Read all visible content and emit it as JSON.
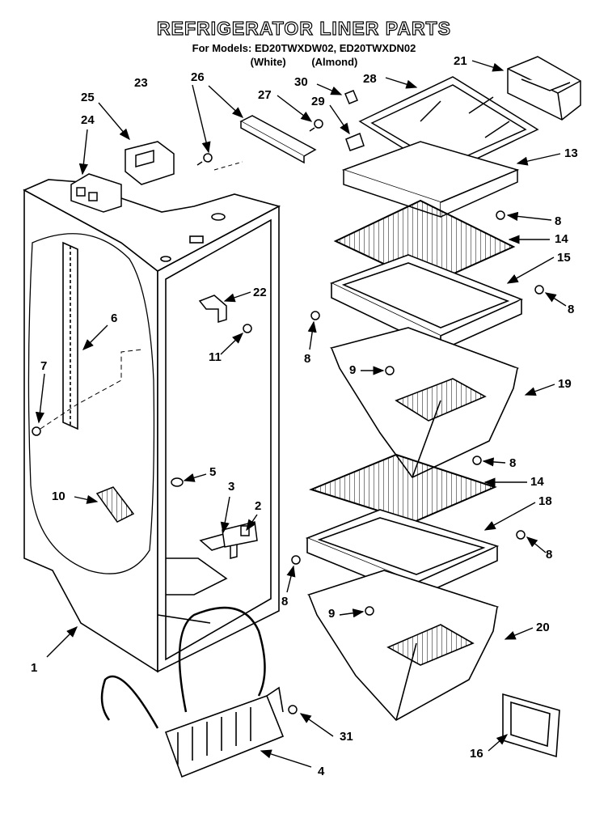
{
  "title": "REFRIGERATOR LINER PARTS",
  "models_line": "For Models: ED20TWXDW02, ED20TWXDN02",
  "color_white": "(White)",
  "color_almond": "(Almond)",
  "callouts": {
    "c1": "1",
    "c2": "2",
    "c3": "3",
    "c4": "4",
    "c5": "5",
    "c6": "6",
    "c7": "7",
    "c8a": "8",
    "c8b": "8",
    "c8c": "8",
    "c8d": "8",
    "c8e": "8",
    "c8f": "8",
    "c9a": "9",
    "c9b": "9",
    "c10": "10",
    "c11": "11",
    "c13": "13",
    "c14a": "14",
    "c14b": "14",
    "c15": "15",
    "c16": "16",
    "c18": "18",
    "c19": "19",
    "c20": "20",
    "c21": "21",
    "c22": "22",
    "c23": "23",
    "c24": "24",
    "c25": "25",
    "c26": "26",
    "c27": "27",
    "c28": "28",
    "c29": "29",
    "c30": "30",
    "c31": "31"
  }
}
